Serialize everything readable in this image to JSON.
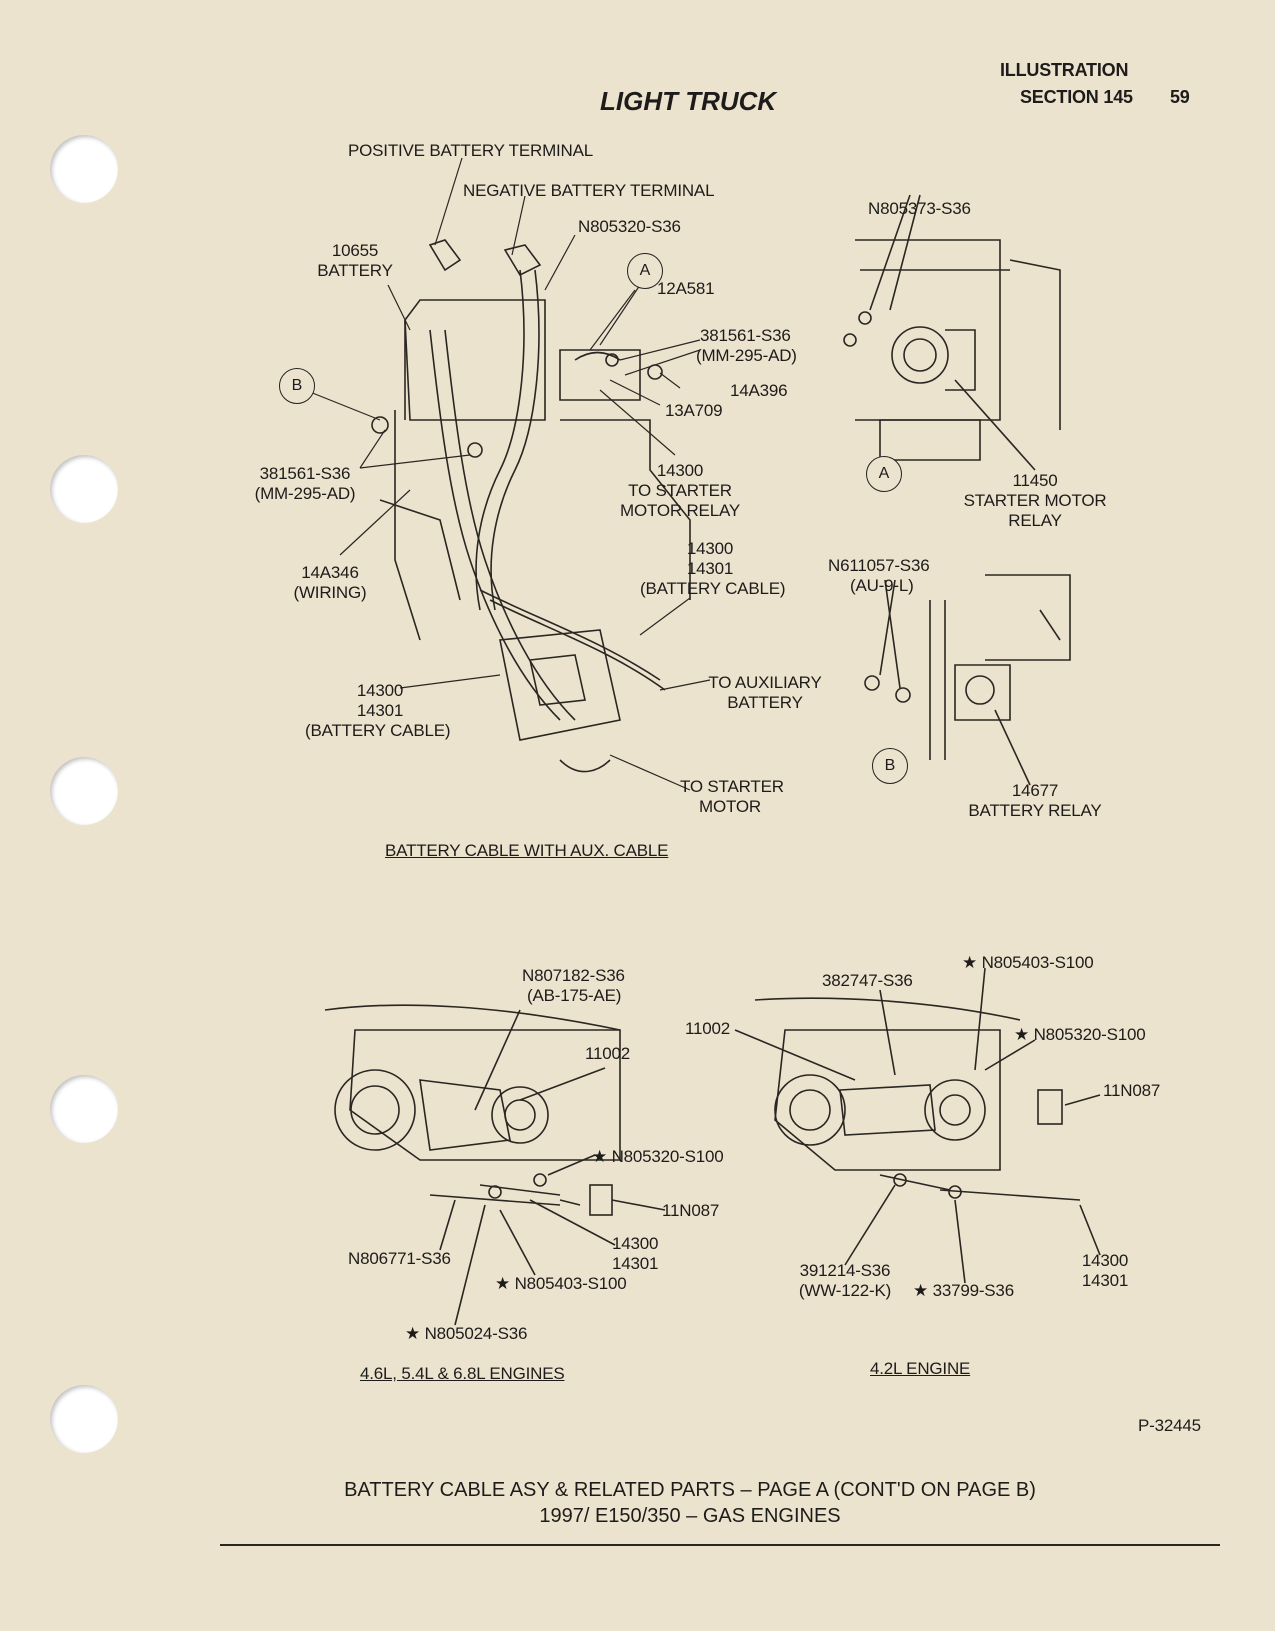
{
  "header": {
    "illustration": "ILLUSTRATION",
    "section": "SECTION 145",
    "page_number": "59",
    "title": "LIGHT TRUCK"
  },
  "callouts": {
    "a": "A",
    "b": "B"
  },
  "top_left_labels": {
    "positive_terminal": "POSITIVE BATTERY TERMINAL",
    "negative_terminal": "NEGATIVE BATTERY TERMINAL",
    "n805320_s36": "N805320-S36",
    "battery_num": "10655",
    "battery": "BATTERY",
    "p12a581": "12A581",
    "p381561_right_1": "381561-S36",
    "p381561_right_2": "(MM-295-AD)",
    "p14a396": "14A396",
    "p13a709": "13A709",
    "p381561_left_1": "381561-S36",
    "p381561_left_2": "(MM-295-AD)",
    "relay_num": "14300",
    "relay_1": "TO STARTER",
    "relay_2": "MOTOR RELAY",
    "cable_top_1": "14300",
    "cable_top_2": "14301",
    "cable_top_3": "(BATTERY CABLE)",
    "wiring_num": "14A346",
    "wiring": "(WIRING)",
    "aux_1": "TO AUXILIARY",
    "aux_2": "BATTERY",
    "cable_bot_1": "14300",
    "cable_bot_2": "14301",
    "cable_bot_3": "(BATTERY CABLE)",
    "starter_1": "TO STARTER",
    "starter_2": "MOTOR",
    "caption": "BATTERY CABLE WITH AUX. CABLE"
  },
  "top_right_labels": {
    "n805373": "N805373-S36",
    "smr_num": "11450",
    "smr_1": "STARTER MOTOR",
    "smr_2": "RELAY",
    "n611057_1": "N611057-S36",
    "n611057_2": "(AU-9-L)",
    "br_num": "14677",
    "br": "BATTERY RELAY"
  },
  "bottom_left_labels": {
    "n807182_1": "N807182-S36",
    "n807182_2": "(AB-175-AE)",
    "p11002": "11002",
    "n805320_s100": "★ N805320-S100",
    "p11n087": "11N087",
    "c1": "14300",
    "c2": "14301",
    "n806771": "N806771-S36",
    "n805403": "★ N805403-S100",
    "n805024": "★ N805024-S36",
    "caption": "4.6L, 5.4L & 6.8L ENGINES"
  },
  "bottom_right_labels": {
    "n805403": "★ N805403-S100",
    "p382747": "382747-S36",
    "p11002": "11002",
    "n805320": "★ N805320-S100",
    "p11n087": "11N087",
    "p391214_1": "391214-S36",
    "p391214_2": "(WW-122-K)",
    "p33799": "★ 33799-S36",
    "c1": "14300",
    "c2": "14301",
    "caption": "4.2L ENGINE"
  },
  "figure_id": "P-32445",
  "footer": {
    "line1": "BATTERY CABLE ASY & RELATED PARTS – PAGE A (CONT'D ON PAGE B)",
    "line2": "1997/ E150/350 – GAS ENGINES"
  }
}
